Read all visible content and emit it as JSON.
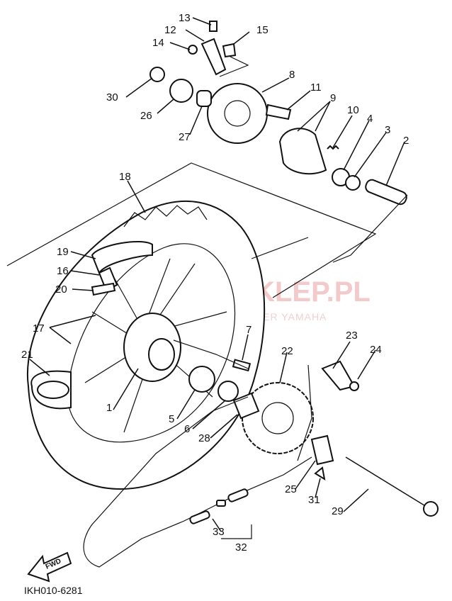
{
  "watermark": {
    "brand": "YAMA-SKLEP.PL",
    "subtitle": "OFICJALNY DEALER YAMAHA",
    "color": "#e87a7a"
  },
  "diagram_code": "IKH010-6281",
  "fwd_label": "FWD",
  "callouts": [
    {
      "id": "p13",
      "text": "13"
    },
    {
      "id": "p12",
      "text": "12"
    },
    {
      "id": "p15",
      "text": "15"
    },
    {
      "id": "p14",
      "text": "14"
    },
    {
      "id": "p8",
      "text": "8"
    },
    {
      "id": "p30",
      "text": "30"
    },
    {
      "id": "p11",
      "text": "11"
    },
    {
      "id": "p9",
      "text": "9"
    },
    {
      "id": "p26",
      "text": "26"
    },
    {
      "id": "p10",
      "text": "10"
    },
    {
      "id": "p4",
      "text": "4"
    },
    {
      "id": "p3",
      "text": "3"
    },
    {
      "id": "p27",
      "text": "27"
    },
    {
      "id": "p2",
      "text": "2"
    },
    {
      "id": "p18",
      "text": "18"
    },
    {
      "id": "p19",
      "text": "19"
    },
    {
      "id": "p16",
      "text": "16"
    },
    {
      "id": "p20",
      "text": "20"
    },
    {
      "id": "p17",
      "text": "17"
    },
    {
      "id": "p7",
      "text": "7"
    },
    {
      "id": "p23",
      "text": "23"
    },
    {
      "id": "p24",
      "text": "24"
    },
    {
      "id": "p22",
      "text": "22"
    },
    {
      "id": "p21",
      "text": "21"
    },
    {
      "id": "p1",
      "text": "1"
    },
    {
      "id": "p5",
      "text": "5"
    },
    {
      "id": "p6",
      "text": "6"
    },
    {
      "id": "p28",
      "text": "28"
    },
    {
      "id": "p25",
      "text": "25"
    },
    {
      "id": "p31",
      "text": "31"
    },
    {
      "id": "p29",
      "text": "29"
    },
    {
      "id": "p33",
      "text": "33"
    },
    {
      "id": "p32",
      "text": "32"
    }
  ]
}
